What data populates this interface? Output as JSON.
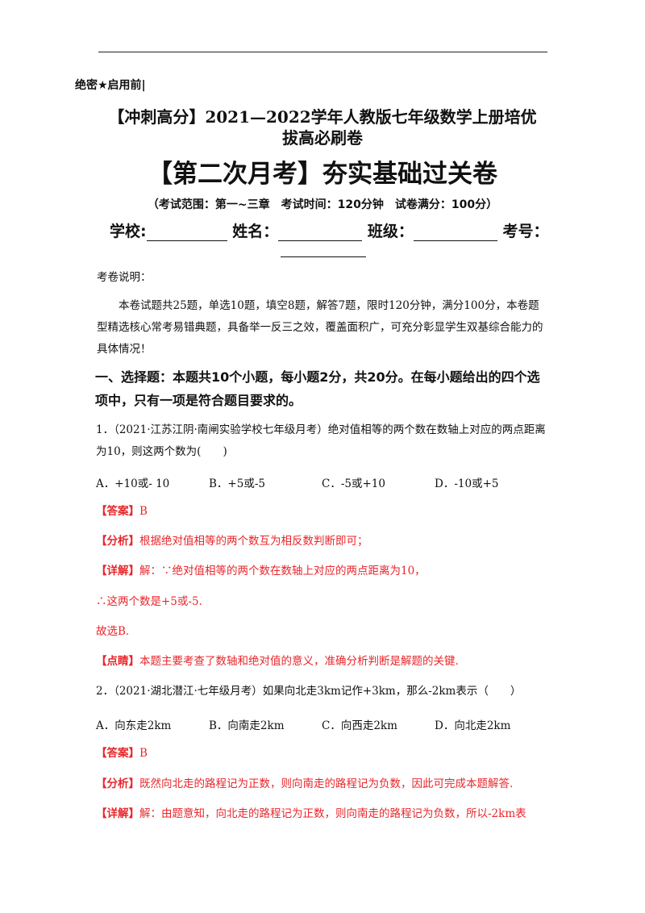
{
  "header": {
    "secret": "绝密★启用前|",
    "title_line1": "【冲刺高分】2021—2022学年人教版七年级数学上册培优",
    "title_line2": "拔高必刷卷",
    "main_title": "【第二次月考】夯实基础过关卷",
    "scope": "（考试范围：第一~三章　考试时间：120分钟　试卷满分：100分）",
    "field_school": "学校:",
    "field_name": "姓名：",
    "field_class": "班级：",
    "field_number": "考号："
  },
  "instructions": {
    "label": "考卷说明：",
    "body": "本卷试题共25题，单选10题，填空8题，解答7题，限时120分钟，满分100分，本卷题型精选核心常考易错典题，具备举一反三之效，覆盖面积广，可充分彰显学生双基综合能力的具体情况！"
  },
  "section1": {
    "heading": "一、选择题：本题共10个小题，每小题2分，共20分。在每小题给出的四个选项中，只有一项是符合题目要求的。"
  },
  "q1": {
    "stem": "1．（2021·江苏江阴·南闸实验学校七年级月考）绝对值相等的两个数在数轴上对应的两点距离为10，则这两个数为(　　)",
    "opt_a": "A．+10或- 10",
    "opt_b": "B．+5或-5",
    "opt_c": "C．-5或+10",
    "opt_d": "D．-10或+5",
    "answer_tag": "【答案】",
    "answer": "B",
    "analysis_tag": "【分析】",
    "analysis": "根据绝对值相等的两个数互为相反数判断即可；",
    "detail_tag": "【详解】",
    "detail_line1": "解：∵绝对值相等的两个数在数轴上对应的两点距离为10，",
    "detail_line2": "∴这两个数是+5或-5.",
    "detail_line3": "故选B.",
    "comment_tag": "【点睛】",
    "comment": "本题主要考查了数轴和绝对值的意义，准确分析判断是解题的关键."
  },
  "q2": {
    "stem": "2．（2021·湖北潜江·七年级月考）如果向北走3km记作+3km，那么-2km表示（　　）",
    "opt_a": "A．向东走2km",
    "opt_b": "B．向南走2km",
    "opt_c": "C．向西走2km",
    "opt_d": "D．向北走2km",
    "answer_tag": "【答案】",
    "answer": "B",
    "analysis_tag": "【分析】",
    "analysis": "既然向北走的路程记为正数，则向南走的路程记为负数，因此可完成本题解答.",
    "detail_tag": "【详解】",
    "detail_line1": "解：由题意知，向北走的路程记为正数，则向南走的路程记为负数，所以-2km表"
  }
}
